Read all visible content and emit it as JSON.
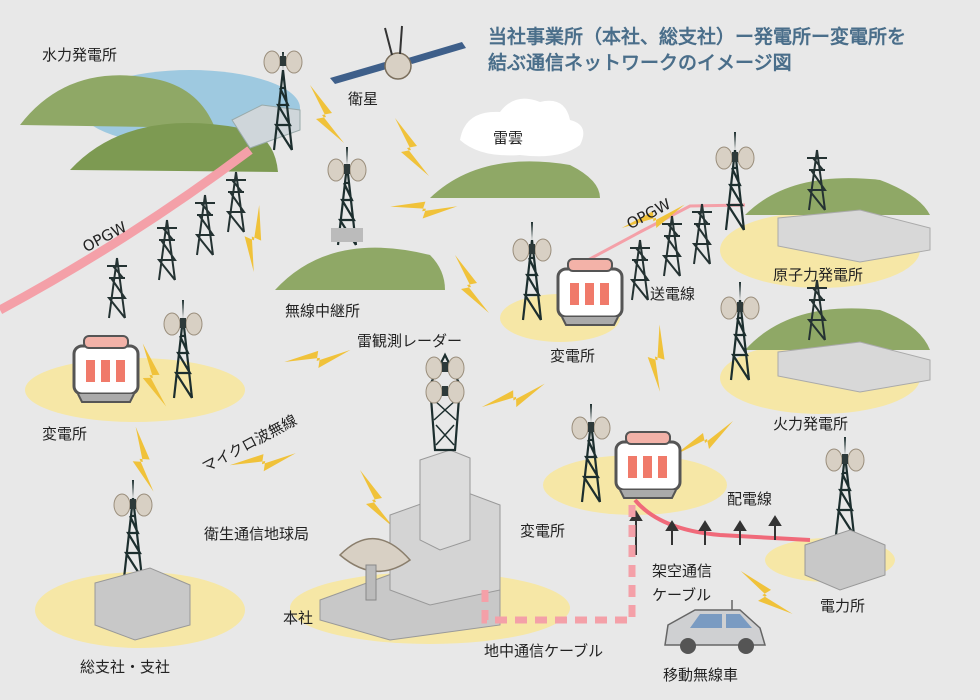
{
  "title": {
    "line1": "当社事業所（本社、総支社）ー発電所ー変電所を",
    "line2": "結ぶ通信ネットワークのイメージ図"
  },
  "labels": {
    "hydro": "水力発電所",
    "satellite": "衛星",
    "thundercloud": "雷雲",
    "opgw_left": "OPGW",
    "opgw_right": "OPGW",
    "relay": "無線中継所",
    "radar": "雷観測レーダー",
    "substation_center": "変電所",
    "transmission_line": "送電線",
    "nuclear": "原子力発電所",
    "substation_left": "変電所",
    "microwave": "マイクロ波無線",
    "thermal": "火力発電所",
    "satellite_station": "衛生通信地球局",
    "substation_lower": "変電所",
    "distribution_line": "配電線",
    "headquarters": "本社",
    "overhead_cable_1": "架空通信",
    "overhead_cable_2": "ケーブル",
    "electric_office": "電力所",
    "branch_office": "総支社・支社",
    "underground_cable": "地中通信ケーブル",
    "mobile_car": "移動無線車"
  },
  "colors": {
    "background": "#e8e8e8",
    "hill": "#8fa866",
    "hill_dark": "#7d9a52",
    "water": "#9ec9e0",
    "ground_pad": "#f6e7a6",
    "bolt": "#f0c23a",
    "opgw": "#f4a0a8",
    "cable": "#f06a7a",
    "building": "#c8c8c8",
    "title": "#4a6e8a"
  }
}
